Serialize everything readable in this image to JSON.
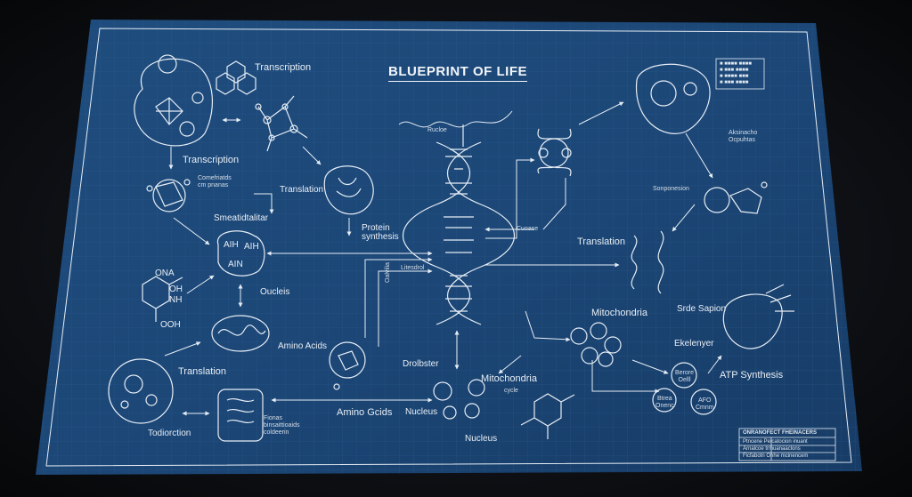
{
  "title": "BLUEPRINT OF LIFE",
  "colors": {
    "paper": "#1d4a78",
    "line": "#e6edf5",
    "grid": "#2d5e90"
  },
  "labels": {
    "transcription_top": "Transcription",
    "transcription_left": "Transcription",
    "sub_transcription": "Comefriatds\ncm pnanas",
    "translation_left_top": "Translation",
    "protein_synthesis": "Protein\nsynthesis",
    "smeatidtalitar": "Smeatidtalitar",
    "aih1": "AIH",
    "aih2": "AIH",
    "aih3": "AIN",
    "ona": "ONA",
    "oh": "OH",
    "nh": "NH",
    "ooh": "OOH",
    "oucleis": "Oucleis",
    "amino_acids_1": "Amino Acids",
    "translation_left_bottom": "Translation",
    "todiorction": "Todiorction",
    "fionas": "Fionas\nbinsaittioaids\ncoldeerin",
    "amino_acids_2": "Amino Gcids",
    "nucleus_small": "Nucleus",
    "nucleus": "Nucleus",
    "drolbster": "Drolbster",
    "mitochondria_center": "Mitochondria",
    "cycle": "cycle",
    "rucloe": "Rucloe",
    "cuoase": "Cuoase",
    "litesdrol": "Litesdrol",
    "translation_right": "Translation",
    "mitochondria_right": "Mitochondria",
    "sirde_sapion": "Srde Sapion",
    "ekelenyer": "Ekelenyer",
    "atp_synthesis": "ATP Synthesis",
    "cell_a": "Berore\nOelll",
    "cell_b": "Btrea\nOnenc",
    "cell_c": "AFO\nCmnm",
    "sonponesion": "Sonponesion",
    "aksinacho": "Aksinacho\nOcpuhtas",
    "titleblock_head": "ONRANOFECT FHEINACERS",
    "titleblock_rows": [
      "Ptncene  Pelcatocion inuant",
      "Arnalcoe  trmuanaaclons",
      "Ficfabotn  Ohhe mcinencem"
    ],
    "topright_rows": [
      "■ ■■■■ ■■■■",
      "■ ■■■ ■■■■",
      "■ ■■■■ ■■■",
      "■ ■■■ ■■■■"
    ],
    "vertical_tag": "Oalvilia"
  }
}
